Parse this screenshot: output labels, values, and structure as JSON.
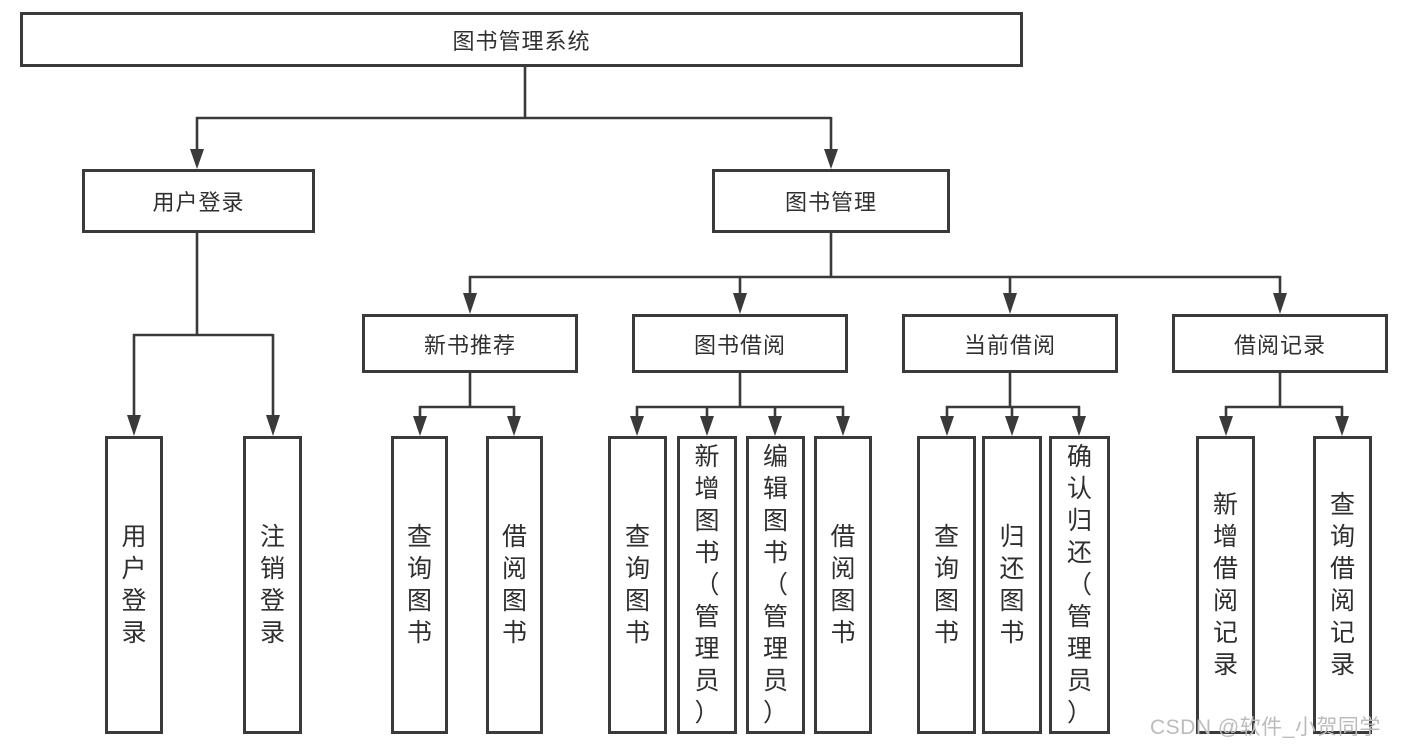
{
  "diagram": {
    "root": {
      "label": "图书管理系统",
      "children": [
        {
          "label": "用户登录",
          "children": [
            {
              "label": "用户登录"
            },
            {
              "label": "注销登录"
            }
          ]
        },
        {
          "label": "图书管理",
          "children": [
            {
              "label": "新书推荐",
              "children": [
                {
                  "label": "查询图书"
                },
                {
                  "label": "借阅图书"
                }
              ]
            },
            {
              "label": "图书借阅",
              "children": [
                {
                  "label": "查询图书"
                },
                {
                  "label": "新增图书（管理员）"
                },
                {
                  "label": "编辑图书（管理员）"
                },
                {
                  "label": "借阅图书"
                }
              ]
            },
            {
              "label": "当前借阅",
              "children": [
                {
                  "label": "查询图书"
                },
                {
                  "label": "归还图书"
                },
                {
                  "label": "确认归还（管理员）"
                }
              ]
            },
            {
              "label": "借阅记录",
              "children": [
                {
                  "label": "新增借阅记录"
                },
                {
                  "label": "查询借阅记录"
                }
              ]
            }
          ]
        }
      ]
    }
  },
  "watermark": {
    "text": "CSDN @软件_小贺同学"
  }
}
